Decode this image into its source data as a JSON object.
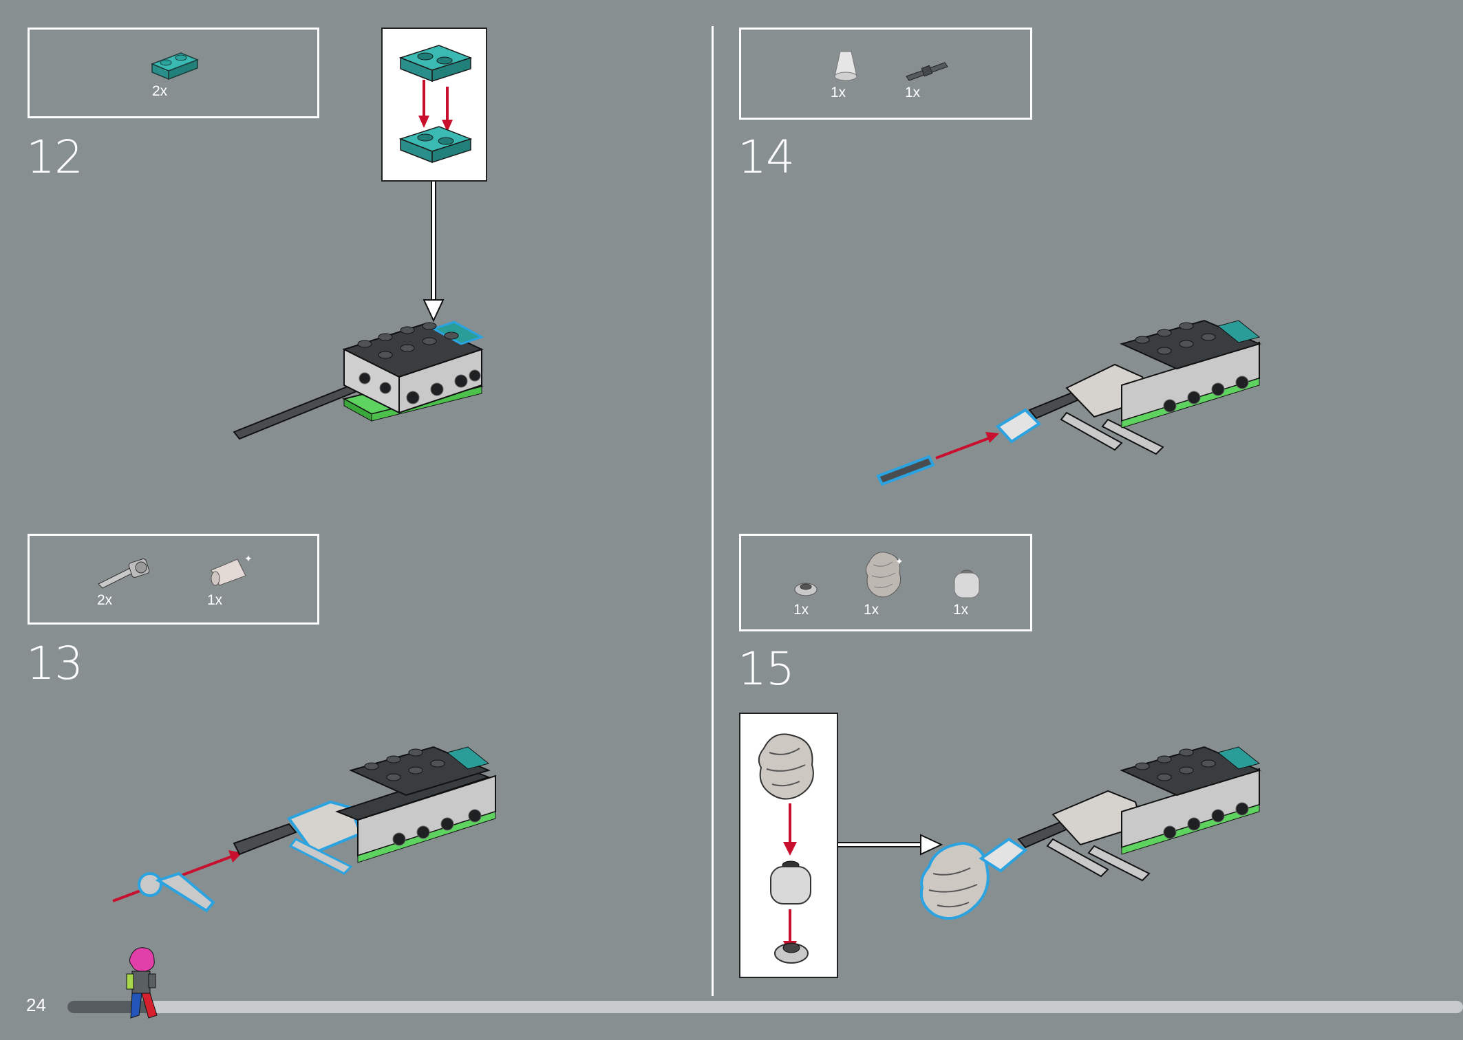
{
  "page": {
    "number": "24",
    "progress": 0.06
  },
  "steps": [
    {
      "number": "12",
      "parts": [
        {
          "qty": "2x",
          "icon": "teal-plate-1x2-icon"
        }
      ]
    },
    {
      "number": "13",
      "parts": [
        {
          "qty": "2x",
          "icon": "technic-connector-icon"
        },
        {
          "qty": "1x",
          "icon": "light-bluish-gray-cone-icon"
        }
      ]
    },
    {
      "number": "14",
      "parts": [
        {
          "qty": "1x",
          "icon": "white-cone-icon"
        },
        {
          "qty": "1x",
          "icon": "dark-gray-bar-icon"
        }
      ]
    },
    {
      "number": "15",
      "parts": [
        {
          "qty": "1x",
          "icon": "round-plate-icon"
        },
        {
          "qty": "1x",
          "icon": "hair-piece-icon"
        },
        {
          "qty": "1x",
          "icon": "minifig-head-icon"
        }
      ]
    }
  ],
  "colors": {
    "background": "#888f91",
    "teal": "#2a9d98",
    "dark_brick": "#3a3d40",
    "green_plate": "#5fd35f",
    "highlight": "#2aa3e0",
    "arrow_red": "#c8102e",
    "light_gray": "#d6d3cf"
  }
}
